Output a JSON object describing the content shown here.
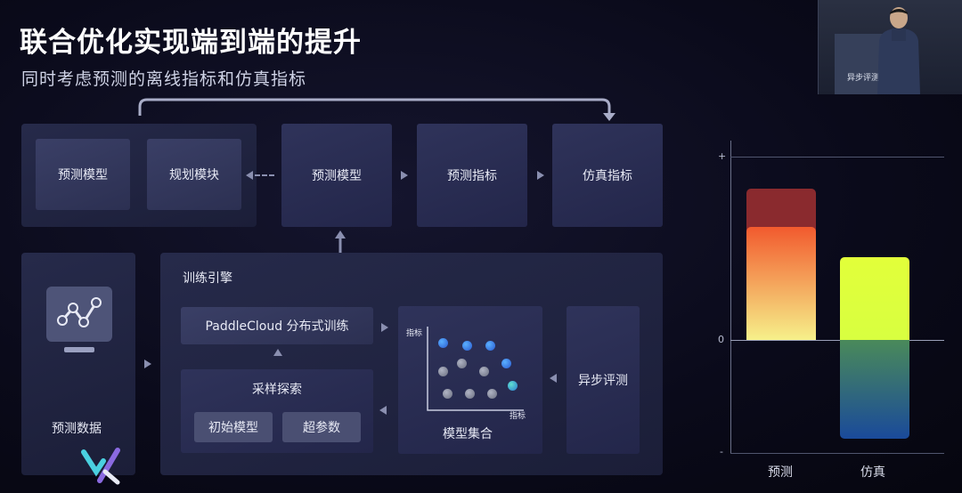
{
  "slide": {
    "title": "联合优化实现端到端的提升",
    "subtitle": "同时考虑预测的离线指标和仿真指标"
  },
  "diagram": {
    "top_row": {
      "predict_model_left": "预测模型",
      "planning_module": "规划模块",
      "predict_model": "预测模型",
      "predict_metric": "预测指标",
      "sim_metric": "仿真指标"
    },
    "predict_data": "预测数据",
    "training_engine": {
      "title": "训练引擎",
      "paddlecloud": "PaddleCloud 分布式训练",
      "sampling_search": "采样探索",
      "initial_model": "初始模型",
      "hyper_params": "超参数"
    },
    "model_set": {
      "label": "模型集合",
      "y_axis": "指标",
      "x_axis": "指标"
    },
    "async_eval": "异步评测"
  },
  "chart_data": {
    "type": "bar",
    "categories": [
      "预测",
      "仿真"
    ],
    "series": [
      {
        "values": [
          1.0,
          0.55
        ]
      },
      {
        "values": [
          0.0,
          -0.65
        ]
      }
    ],
    "yticks": [
      "+",
      "0",
      "-"
    ],
    "colors": {
      "predict_top": "#8a2a2e",
      "predict_high": "#f25a2e",
      "predict_low": "#f6f08a",
      "sim_high": "#e2ff3a",
      "sim_mid": "#4a8a5a",
      "sim_low": "#1a4a9a"
    }
  },
  "video": {
    "screen_text": "异步评测"
  }
}
